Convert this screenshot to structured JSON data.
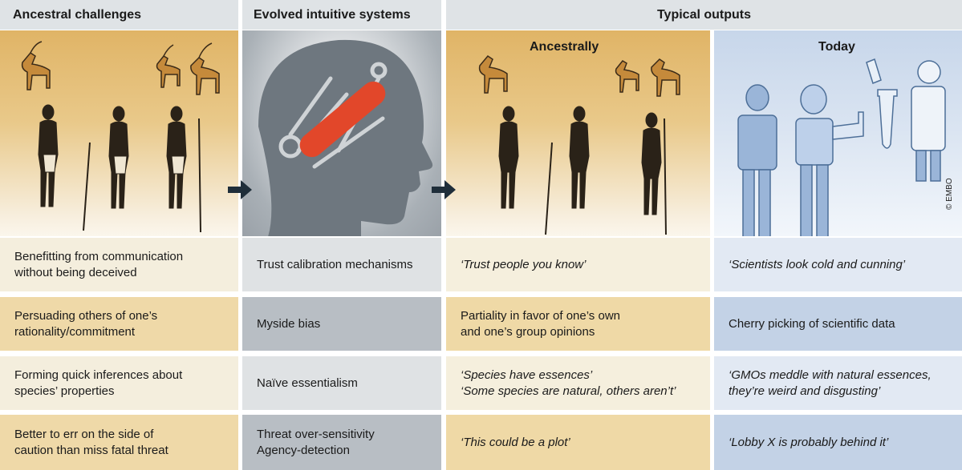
{
  "headers": {
    "col1": "Ancestral challenges",
    "col2": "Evolved intuitive systems",
    "col3": "Typical outputs"
  },
  "subheaders": {
    "ancestrally": "Ancestrally",
    "today": "Today"
  },
  "credit": "© EMBO",
  "rows": [
    {
      "challenge": [
        "Benefitting from communication",
        "without being deceived"
      ],
      "system": [
        "Trust calibration mechanisms"
      ],
      "ancestral_output": [
        "‘Trust people you know’"
      ],
      "today_output": [
        "‘Scientists look cold and cunning’"
      ]
    },
    {
      "challenge": [
        "Persuading others of one’s",
        "rationality/commitment"
      ],
      "system": [
        "Myside bias"
      ],
      "ancestral_output": [
        "Partiality in favor of one’s own",
        "and one’s group opinions"
      ],
      "today_output": [
        "Cherry picking of scientific data"
      ]
    },
    {
      "challenge": [
        "Forming quick inferences about",
        "species’ properties"
      ],
      "system": [
        "Naïve essentialism"
      ],
      "ancestral_output": [
        "‘Species have essences’",
        "‘Some species are natural, others aren’t’"
      ],
      "today_output": [
        "‘GMOs meddle with natural essences,",
        "they’re weird and disgusting’"
      ]
    },
    {
      "challenge": [
        "Better to err on the side of",
        "caution than miss fatal threat"
      ],
      "system": [
        "Threat over-sensitivity",
        "Agency-detection"
      ],
      "ancestral_output": [
        "‘This could be a plot’"
      ],
      "today_output": [
        "‘Lobby X is probably behind it’"
      ]
    }
  ],
  "colors": {
    "ochre": "#e4b76a",
    "slate": "#8f979f",
    "blue": "#9ab5d8",
    "arrow": "#1f2e3a",
    "knife": "#e2472a"
  }
}
